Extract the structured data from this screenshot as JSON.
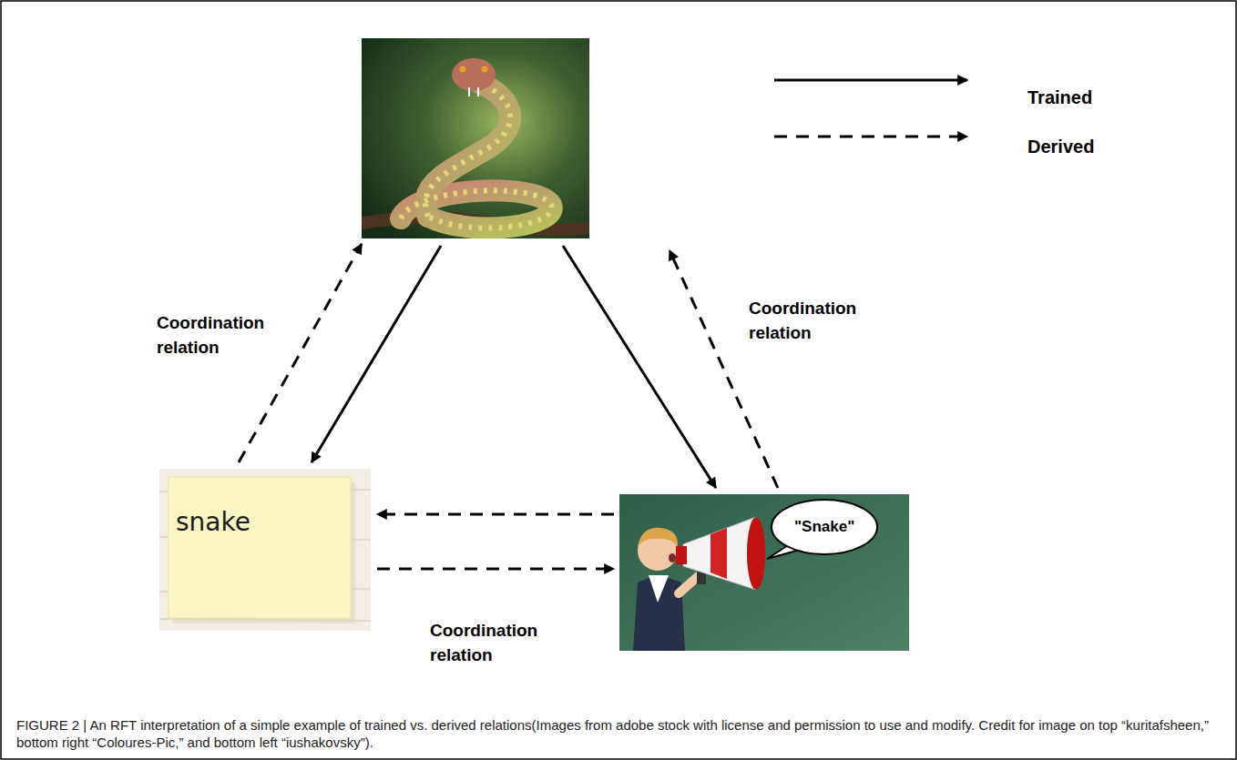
{
  "diagram": {
    "caption": "FIGURE 2 | An RFT interpretation of a simple example of trained vs. derived relations(Images from adobe stock with license and permission to use and modify. Credit for image on top “kuritafsheen,” bottom right “Coloures-Pic,” and bottom left “iushakovsky”).",
    "nodes": [
      {
        "text": []
      },
      {
        "text": [
          "snake"
        ]
      },
      {
        "text": [
          "\"Snake\""
        ]
      }
    ],
    "edges": [
      {
        "from": 0,
        "to": 1,
        "arrow": "to"
      },
      {
        "from": 0,
        "to": 2,
        "arrow": "to"
      },
      {
        "from": 1,
        "to": 0,
        "arrow": "to",
        "label": "Coordination relation"
      },
      {
        "from": 2,
        "to": 0,
        "arrow": "to",
        "label": "Coordination relation"
      },
      {
        "from": 2,
        "to": 1,
        "arrow": "to"
      },
      {
        "from": 1,
        "to": 2,
        "arrow": "to",
        "label": "Coordination relation"
      }
    ],
    "legend": [
      {
        "text": "Trained"
      },
      {
        "text": "Derived"
      }
    ]
  }
}
